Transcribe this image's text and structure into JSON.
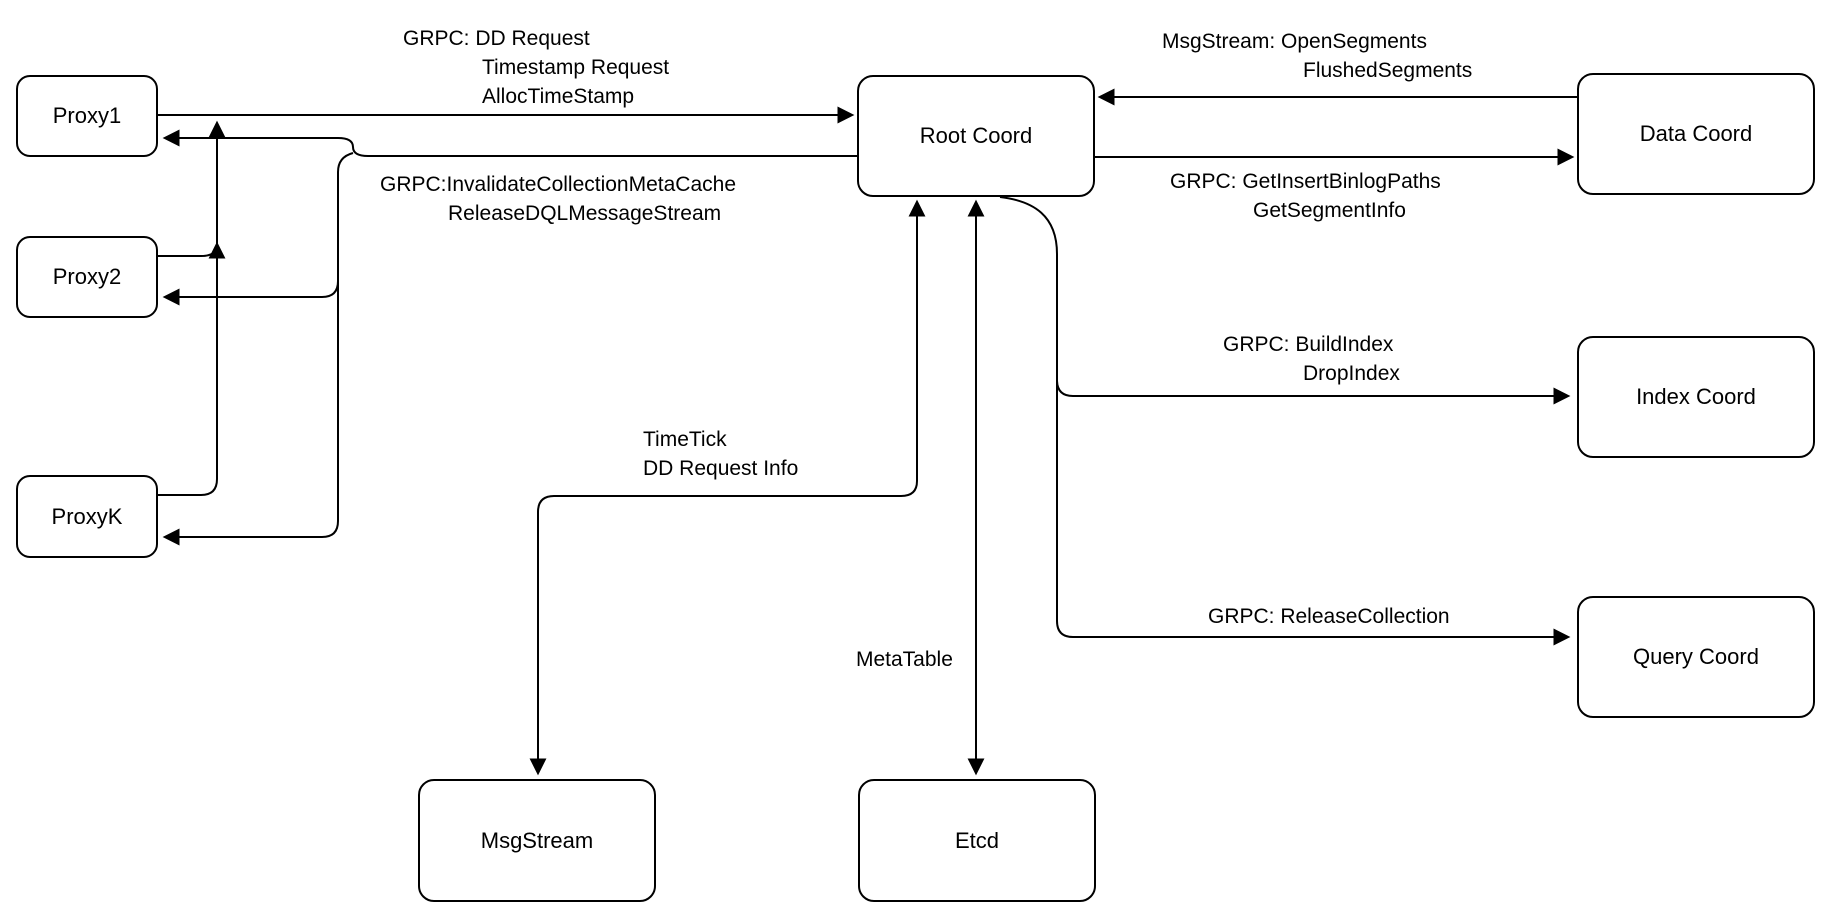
{
  "diagram": {
    "title": "Root Coord interactions diagram",
    "colors": {
      "stroke": "#000000",
      "fill": "#ffffff",
      "text": "#000000"
    },
    "nodes": {
      "proxy1": {
        "label": "Proxy1"
      },
      "proxy2": {
        "label": "Proxy2"
      },
      "proxyk": {
        "label": "ProxyK"
      },
      "root_coord": {
        "label": "Root Coord"
      },
      "data_coord": {
        "label": "Data Coord"
      },
      "index_coord": {
        "label": "Index Coord"
      },
      "query_coord": {
        "label": "Query Coord"
      },
      "msgstream": {
        "label": "MsgStream"
      },
      "etcd": {
        "label": "Etcd"
      }
    },
    "edges": {
      "proxy_to_root": {
        "lines": [
          "GRPC: DD Request",
          "Timestamp Request",
          "AllocTimeStamp"
        ]
      },
      "root_to_proxies": {
        "lines": [
          "GRPC:InvalidateCollectionMetaCache",
          "ReleaseDQLMessageStream"
        ]
      },
      "data_to_root": {
        "lines": [
          "MsgStream: OpenSegments",
          "FlushedSegments"
        ]
      },
      "root_to_data": {
        "lines": [
          "GRPC: GetInsertBinlogPaths",
          "GetSegmentInfo"
        ]
      },
      "root_to_index": {
        "lines": [
          "GRPC: BuildIndex",
          "DropIndex"
        ]
      },
      "root_to_query": {
        "lines": [
          "GRPC: ReleaseCollection"
        ]
      },
      "root_to_msgstream": {
        "lines": [
          "TimeTick",
          "DD Request Info"
        ]
      },
      "root_to_etcd": {
        "lines": [
          "MetaTable"
        ]
      }
    }
  }
}
